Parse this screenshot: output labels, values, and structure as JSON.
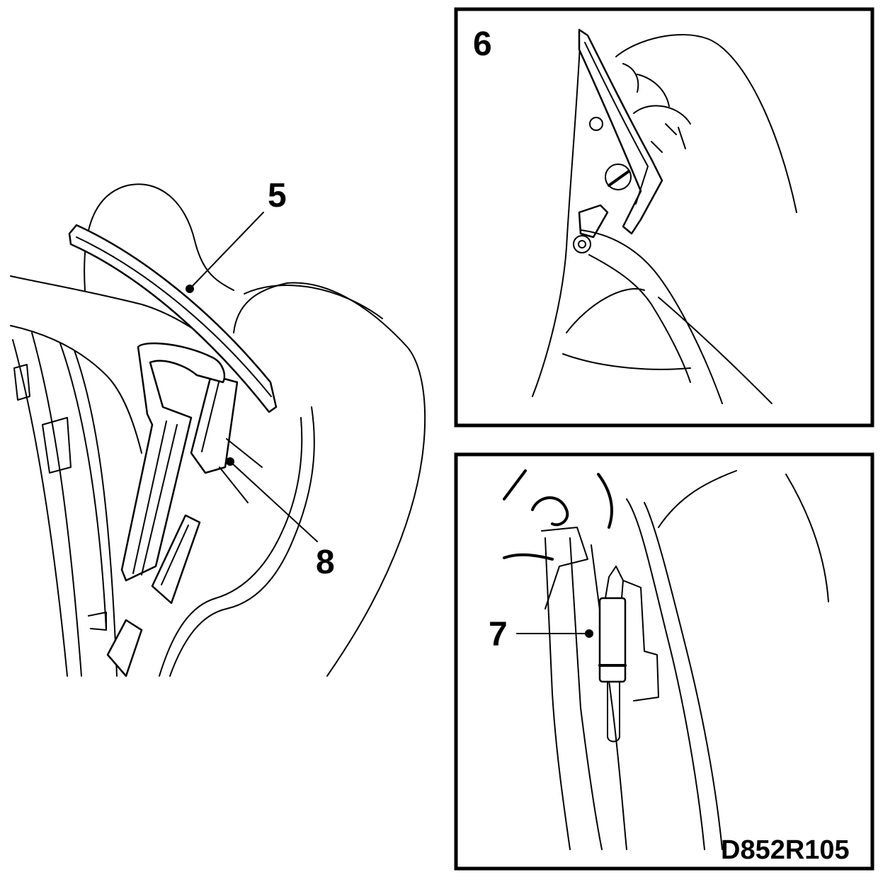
{
  "callouts": {
    "c5": "5",
    "c6": "6",
    "c7": "7",
    "c8": "8"
  },
  "drawing_code": "D852R105",
  "colors": {
    "line": "#000000",
    "background": "#ffffff"
  }
}
